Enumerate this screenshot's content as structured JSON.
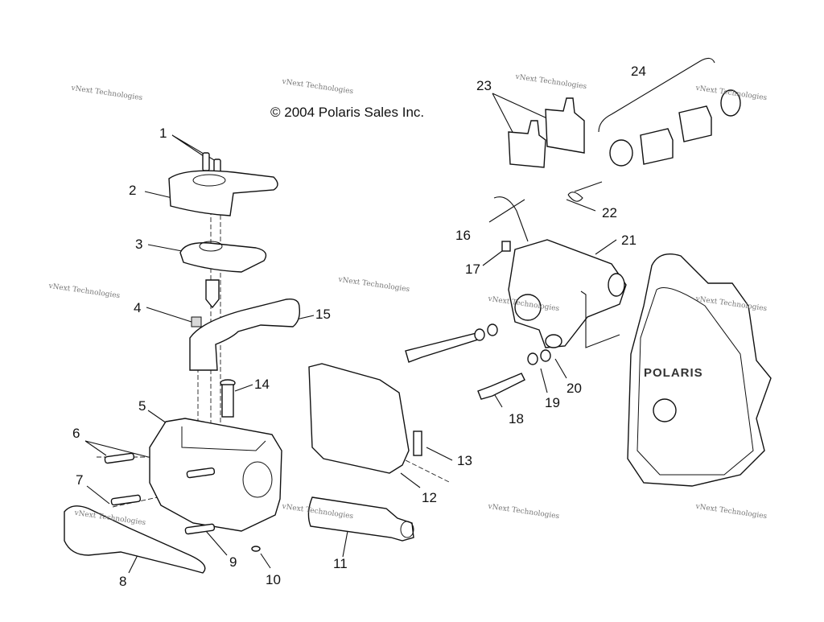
{
  "diagram": {
    "copyright": "© 2004 Polaris Sales Inc.",
    "watermark": "vNext Technologies",
    "logo_text": "POLARIS",
    "callouts": [
      {
        "id": "1",
        "label": "1"
      },
      {
        "id": "2",
        "label": "2"
      },
      {
        "id": "3",
        "label": "3"
      },
      {
        "id": "4",
        "label": "4"
      },
      {
        "id": "5",
        "label": "5"
      },
      {
        "id": "6",
        "label": "6"
      },
      {
        "id": "7",
        "label": "7"
      },
      {
        "id": "8",
        "label": "8"
      },
      {
        "id": "9",
        "label": "9"
      },
      {
        "id": "10",
        "label": "10"
      },
      {
        "id": "11",
        "label": "11"
      },
      {
        "id": "12",
        "label": "12"
      },
      {
        "id": "13",
        "label": "13"
      },
      {
        "id": "14",
        "label": "14"
      },
      {
        "id": "15",
        "label": "15"
      },
      {
        "id": "16",
        "label": "16"
      },
      {
        "id": "17",
        "label": "17"
      },
      {
        "id": "18",
        "label": "18"
      },
      {
        "id": "19",
        "label": "19"
      },
      {
        "id": "20",
        "label": "20"
      },
      {
        "id": "21",
        "label": "21"
      },
      {
        "id": "22",
        "label": "22"
      },
      {
        "id": "23",
        "label": "23"
      },
      {
        "id": "24",
        "label": "24"
      }
    ]
  }
}
